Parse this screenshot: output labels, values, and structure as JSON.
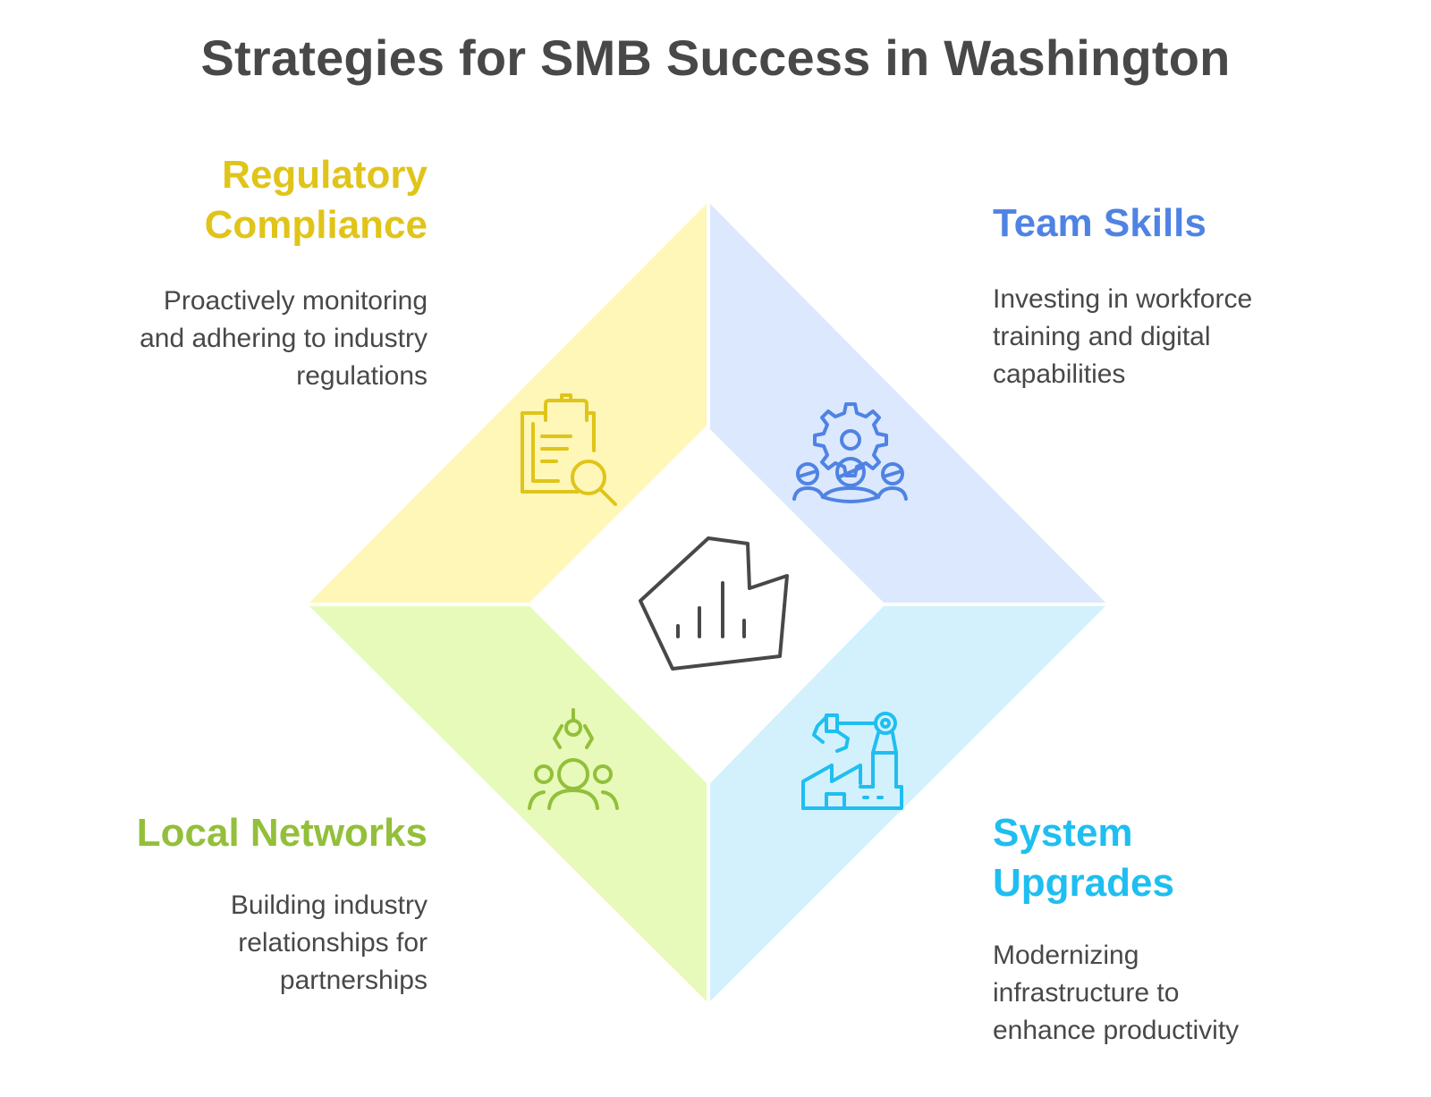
{
  "title": "Strategies for SMB Success in Washington",
  "colors": {
    "regulatory": "#E0C419",
    "team": "#4F83E3",
    "local": "#93BF3A",
    "system": "#1FBEF0",
    "text": "#484848",
    "regulatory_fill": "#FEF7B8",
    "team_fill": "#DCE8FD",
    "local_fill": "#E7FAB9",
    "system_fill": "#D2F1FD"
  },
  "items": [
    {
      "key": "regulatory",
      "title": "Regulatory Compliance",
      "title_lines": [
        "Regulatory",
        "Compliance"
      ],
      "desc_lines": [
        "Proactively monitoring",
        "and adhering to industry",
        "regulations"
      ],
      "icon": "clipboard-search-icon"
    },
    {
      "key": "team",
      "title": "Team Skills",
      "title_lines": [
        "Team Skills"
      ],
      "desc_lines": [
        "Investing in workforce",
        "training and digital",
        "capabilities"
      ],
      "icon": "team-gear-icon"
    },
    {
      "key": "local",
      "title": "Local Networks",
      "title_lines": [
        "Local Networks"
      ],
      "desc_lines": [
        "Building industry",
        "relationships for",
        "partnerships"
      ],
      "icon": "people-network-icon"
    },
    {
      "key": "system",
      "title": "System Upgrades",
      "title_lines": [
        "System",
        "Upgrades"
      ],
      "desc_lines": [
        "Modernizing",
        "infrastructure to",
        "enhance productivity"
      ],
      "icon": "factory-robot-arm-icon"
    }
  ],
  "center_icon": "washington-state-chart-icon"
}
